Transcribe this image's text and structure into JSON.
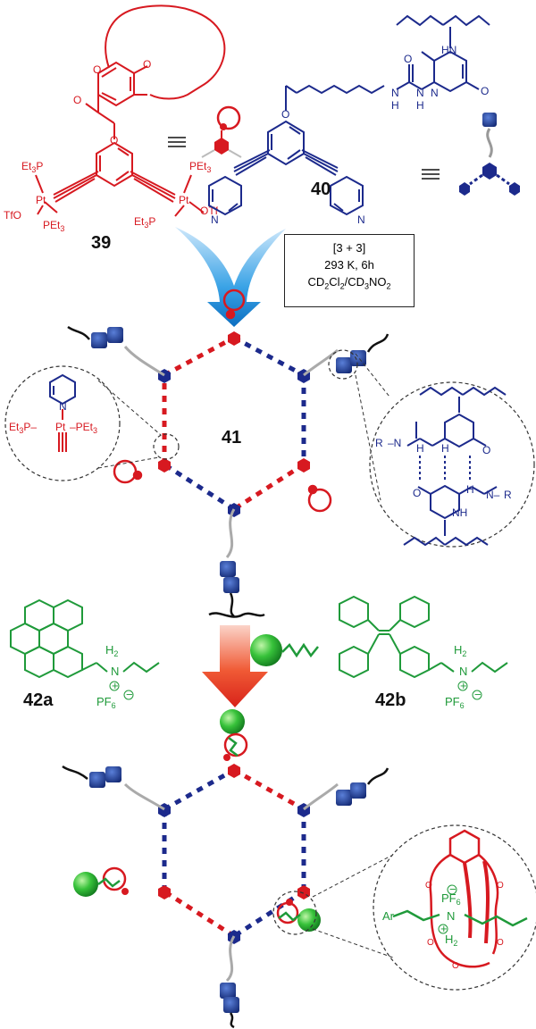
{
  "compounds": {
    "c39": "39",
    "c40": "40",
    "c41": "41",
    "c42a": "42a",
    "c42b": "42b"
  },
  "conditions": {
    "line1": "[3 + 3]",
    "line2": "293 K, 6h",
    "line3": "CD2Cl2/CD3NO2"
  },
  "labels": {
    "et3p": "Et3P",
    "pet3": "PEt3",
    "tfo": "TfO",
    "otf": "OTf",
    "pt": "Pt",
    "n": "N",
    "o": "O",
    "h": "H",
    "nh": "NH",
    "r": "R",
    "h2": "H2",
    "pf6": "PF6",
    "ar": "Ar",
    "plus": "+",
    "minus": "−"
  },
  "colors": {
    "red": "#d71920",
    "blue": "#1c2a8c",
    "green": "#1f9a3a",
    "arrow_blue": "#1a8fd8",
    "arrow_red": "#e8321f"
  }
}
